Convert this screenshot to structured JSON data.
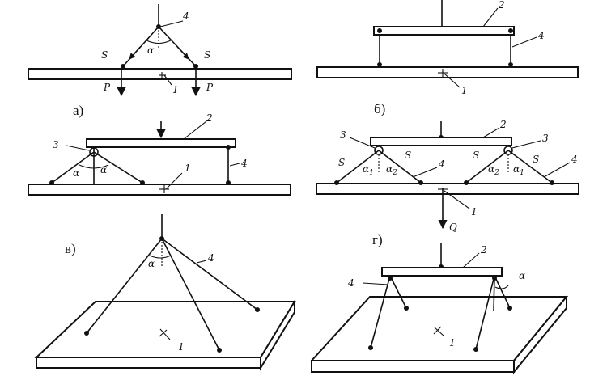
{
  "panels": {
    "a": {
      "caption": "а)",
      "num_beam": "1",
      "num_sling": "4",
      "label_s_left": "S",
      "label_s_right": "S",
      "label_p_left": "P",
      "label_p_right": "P",
      "label_alpha": "α"
    },
    "b": {
      "caption": "б)",
      "num_beam": "1",
      "num_traverse": "2",
      "num_sling": "4"
    },
    "v_upper": {
      "num_beam": "1",
      "num_traverse": "2",
      "num_block": "3",
      "num_sling": "4",
      "label_alpha_left": "α",
      "label_alpha_right": "α"
    },
    "g_upper": {
      "num_beam": "1",
      "num_traverse": "2",
      "num_block_left": "3",
      "num_block_right": "3",
      "num_sling_left": "4",
      "num_sling_right": "4",
      "label_s1": "S",
      "label_s2": "S",
      "label_s3": "S",
      "label_s4": "S",
      "label_a1_left": "α",
      "label_a1_left_sub": "1",
      "label_a2_left": "α",
      "label_a2_left_sub": "2",
      "label_a2_right": "α",
      "label_a2_right_sub": "2",
      "label_a1_right": "α",
      "label_a1_right_sub": "1",
      "label_q": "Q"
    },
    "v": {
      "caption": "в)",
      "num_plate": "1",
      "num_sling": "4",
      "label_alpha": "α"
    },
    "g": {
      "caption": "г)",
      "num_plate": "1",
      "num_traverse": "2",
      "num_sling": "4",
      "label_alpha": "α"
    }
  }
}
